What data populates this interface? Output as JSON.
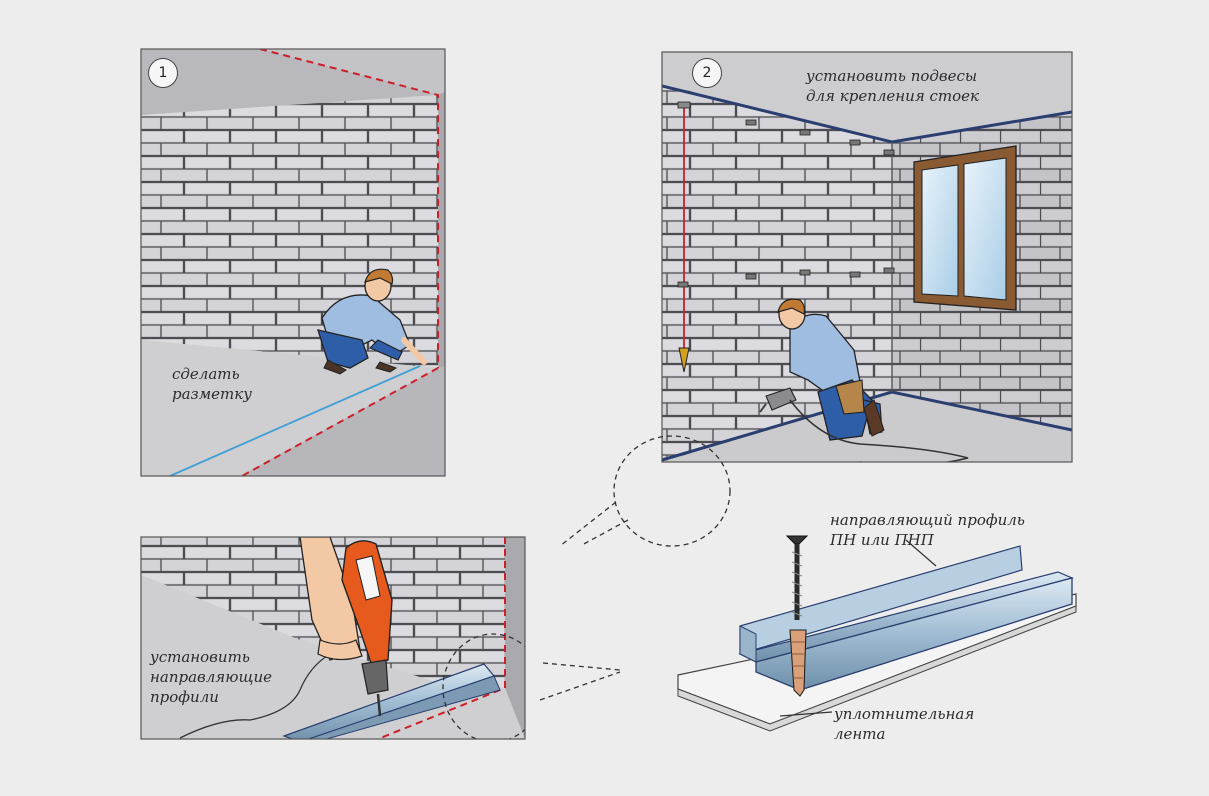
{
  "panels": {
    "step1": {
      "number": "1",
      "caption": [
        "сделать",
        "разметку"
      ]
    },
    "step2": {
      "number": "2",
      "caption": [
        "установить подвесы",
        "для крепления стоек"
      ]
    },
    "step3": {
      "caption": [
        "установить",
        "направляющие",
        "профили"
      ]
    },
    "detail": {
      "profile_label": [
        "направляющий профиль",
        "ПН или ПНП"
      ],
      "tape_label": [
        "уплотнительная",
        "лента"
      ]
    }
  },
  "colors": {
    "background": "#ededed",
    "wall": "#c9c9cc",
    "block": "#d6d6da",
    "mortar": "#5a5a60",
    "ceiling": "#bdbdc0",
    "floor": "#cfcfd1",
    "marking_red": "#cc1f2a",
    "marking_blue": "#3f9fd6",
    "profile_metal": "#a9c3d8",
    "drill_orange": "#e65a1e"
  }
}
